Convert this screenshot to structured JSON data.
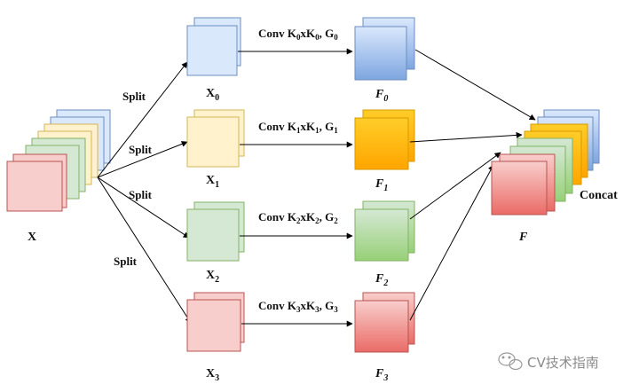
{
  "colors": {
    "blue_light": "#dae8fc",
    "blue_light_stroke": "#6c8ebf",
    "yellow_light": "#fff2cc",
    "yellow_light_stroke": "#d6b656",
    "green_light": "#d5e8d4",
    "green_light_stroke": "#82b366",
    "red_light": "#f8cecc",
    "red_light_stroke": "#b85450",
    "blue_grad": "#7ea6e0",
    "orange_grad": "#ffa500",
    "green_grad": "#97d077",
    "red_grad": "#ea6b66"
  },
  "input": {
    "label": "X"
  },
  "split": {
    "labels": [
      "Split",
      "Split",
      "Split",
      "Split"
    ]
  },
  "branches": [
    {
      "x_main": "X",
      "x_sub": "0",
      "conv": {
        "pre": "Conv K",
        "k1": "0",
        "mid": "xK",
        "k2": "0",
        "g": ", G",
        "gs": "0"
      },
      "f_main": "F",
      "f_sub": "0"
    },
    {
      "x_main": "X",
      "x_sub": "1",
      "conv": {
        "pre": "Conv K",
        "k1": "1",
        "mid": "xK",
        "k2": "1",
        "g": ", G",
        "gs": "1"
      },
      "f_main": "F",
      "f_sub": "1"
    },
    {
      "x_main": "X",
      "x_sub": "2",
      "conv": {
        "pre": "Conv K",
        "k1": "2",
        "mid": "xK",
        "k2": "2",
        "g": ", G",
        "gs": "2"
      },
      "f_main": "F",
      "f_sub": "2"
    },
    {
      "x_main": "X",
      "x_sub": "3",
      "conv": {
        "pre": "Conv K",
        "k1": "3",
        "mid": "xK",
        "k2": "3",
        "g": ", G",
        "gs": "3"
      },
      "f_main": "F",
      "f_sub": "3"
    }
  ],
  "output": {
    "concat_label": "Concat",
    "label": "F"
  },
  "watermark": {
    "text": "CV技术指南",
    "icon": "wechat-icon"
  }
}
